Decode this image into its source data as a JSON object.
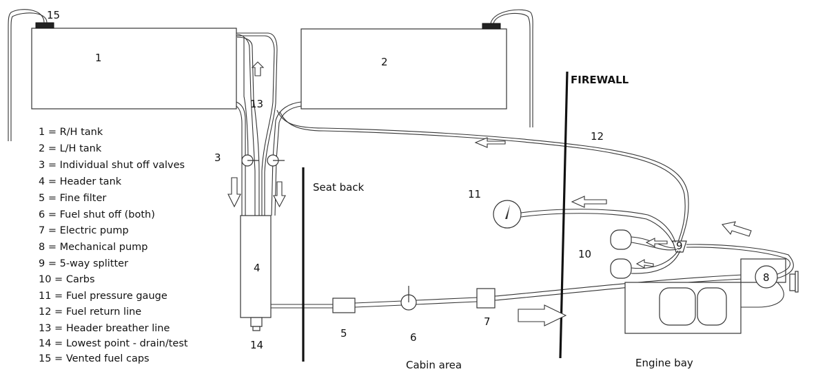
{
  "diagram": {
    "component_numbers": {
      "tank1": "1",
      "tank2": "2",
      "valves": "3",
      "header_tank": "4",
      "filter": "5",
      "fuel_shutoff": "6",
      "electric_pump": "7",
      "mech_pump": "8",
      "splitter": "9",
      "carbs": "10",
      "gauge": "11",
      "return_line": "12",
      "breather": "13",
      "drain": "14",
      "caps": "15"
    },
    "zones": {
      "firewall": "FIREWALL",
      "seat_back": "Seat back",
      "cabin": "Cabin area",
      "engine": "Engine bay"
    },
    "legend": [
      "1 = R/H tank",
      "2 = L/H tank",
      "3 = Individual shut off valves",
      "4 = Header tank",
      "5 = Fine filter",
      "6 = Fuel shut off (both)",
      "7 = Electric pump",
      "8 = Mechanical pump",
      "9 = 5-way splitter",
      "10 = Carbs",
      "11 = Fuel pressure gauge",
      "12 = Fuel return line",
      "13 = Header breather line",
      "14 = Lowest point - drain/test",
      "15 = Vented fuel caps"
    ]
  }
}
